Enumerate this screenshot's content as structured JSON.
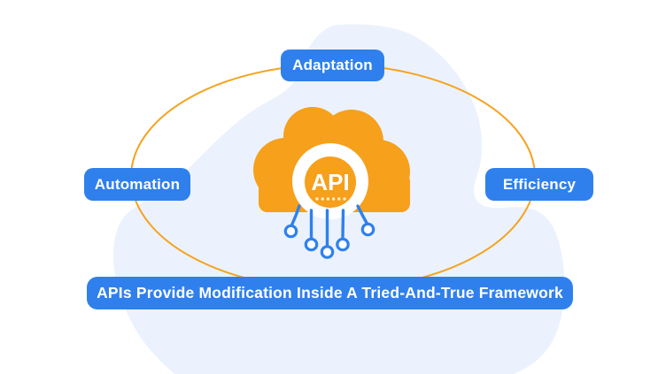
{
  "diagram": {
    "banner": {
      "label": "APIs Provide Modification Inside A Tried-And-True Framework"
    },
    "center_icon": {
      "label": "API",
      "type": "cloud-api-icon",
      "dots_count": 6
    },
    "badges": [
      {
        "label": "Adaptation",
        "position": "top"
      },
      {
        "label": "Automation",
        "position": "left"
      },
      {
        "label": "Efficiency",
        "position": "right"
      }
    ],
    "colors": {
      "badge_blue": "#2F80ED",
      "cloud_orange": "#F6A01B",
      "ellipse_stroke": "#F5A31F",
      "background_blob": "#EBF2FD",
      "circuit_blue": "#2F80ED",
      "label_text": "#FFFFFF",
      "page_background": "#FFFFFF"
    }
  }
}
